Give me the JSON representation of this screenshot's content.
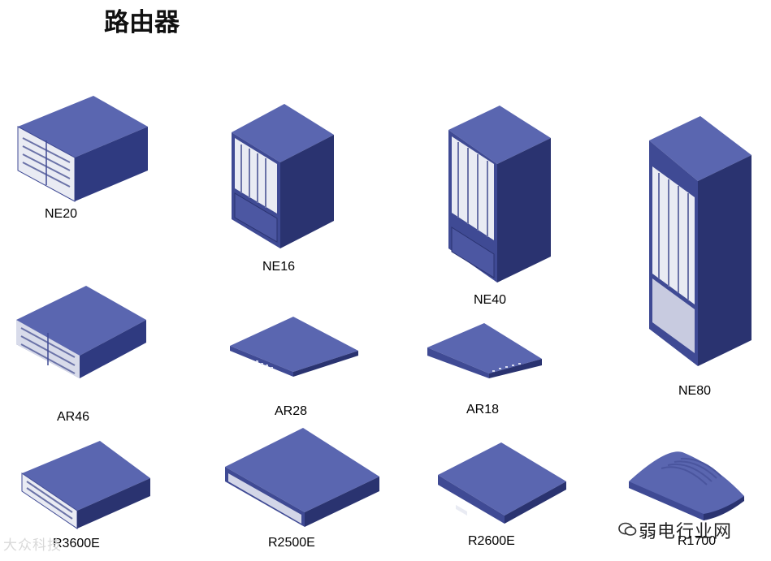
{
  "title": "路由器",
  "devices": [
    {
      "label": "NE20"
    },
    {
      "label": "NE16"
    },
    {
      "label": "NE40"
    },
    {
      "label": "NE80"
    },
    {
      "label": "AR46"
    },
    {
      "label": "AR28"
    },
    {
      "label": "AR18"
    },
    {
      "label": "R3600E"
    },
    {
      "label": "R2500E"
    },
    {
      "label": "R2600E"
    },
    {
      "label": "R1700"
    }
  ],
  "watermark": {
    "text": "弱电行业网",
    "left_text": "大众科技"
  },
  "colors": {
    "top": "#5a66b0",
    "front": "#3f4a94",
    "side": "#2a3370",
    "panel": "#e9ebf3",
    "led": "#d8dcf0"
  }
}
